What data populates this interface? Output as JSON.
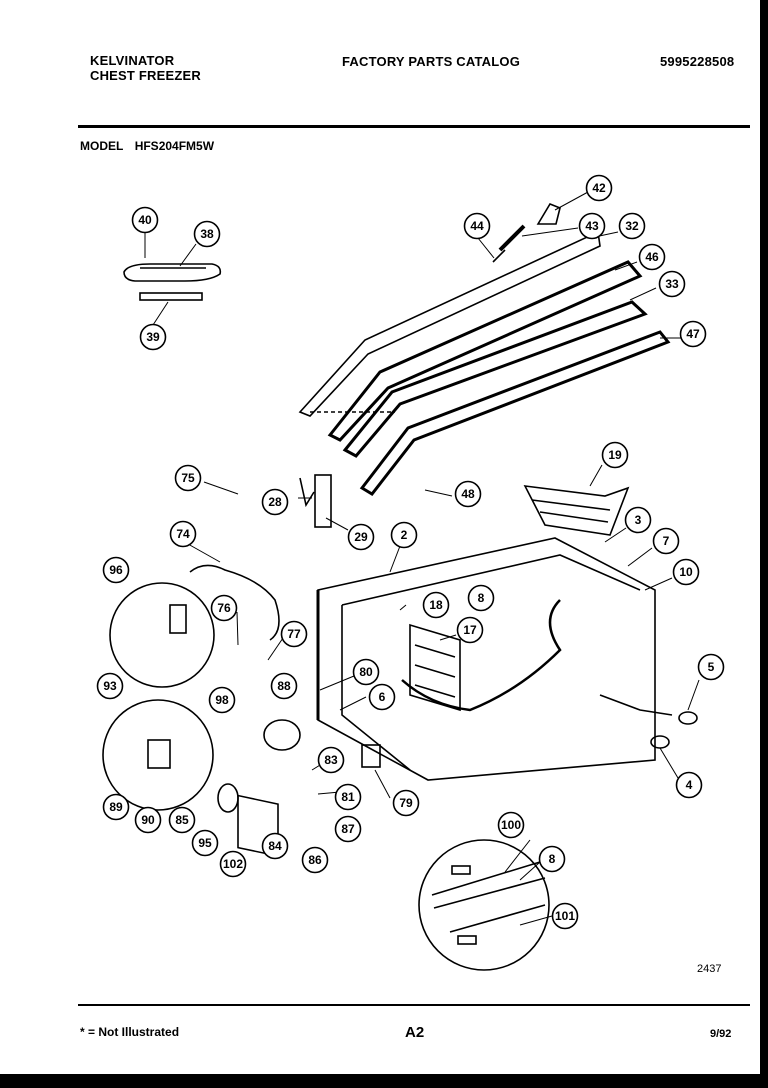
{
  "header": {
    "brand_line1": "KELVINATOR",
    "brand_line2": "CHEST FREEZER",
    "catalog_title": "FACTORY PARTS CATALOG",
    "part_number": "5995228508"
  },
  "model": {
    "label": "MODEL",
    "value": "HFS204FM5W"
  },
  "diagram_number": "2437",
  "footer": {
    "footnote": "* = Not Illustrated",
    "page": "A2",
    "date": "9/92"
  },
  "callouts": [
    "40",
    "38",
    "39",
    "42",
    "44",
    "43",
    "32",
    "46",
    "33",
    "47",
    "75",
    "28",
    "29",
    "48",
    "19",
    "74",
    "2",
    "3",
    "7",
    "10",
    "96",
    "18",
    "8",
    "17",
    "76",
    "77",
    "80",
    "5",
    "93",
    "98",
    "88",
    "6",
    "83",
    "81",
    "79",
    "4",
    "89",
    "90",
    "85",
    "95",
    "102",
    "84",
    "86",
    "87",
    "100",
    "8",
    "101"
  ]
}
